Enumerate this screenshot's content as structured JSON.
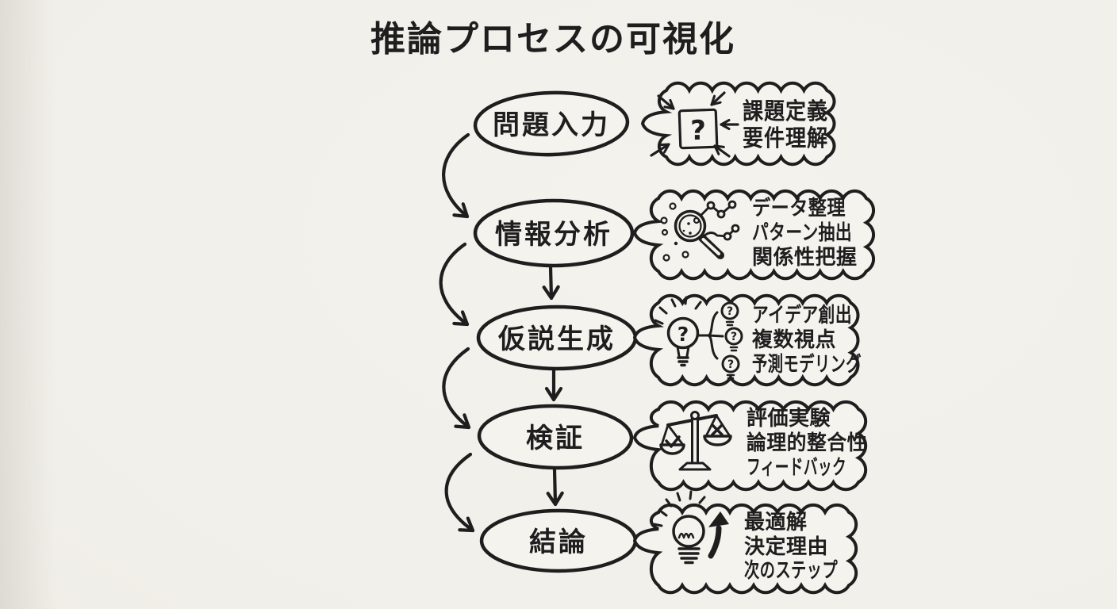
{
  "title": "推論プロセスの可視化",
  "colors": {
    "ink": "#1e1e1e",
    "paper": "#f1efe9",
    "surface": "#f5f3ee"
  },
  "glyphs": {
    "question": "?"
  },
  "flow": {
    "steps": [
      {
        "label": "問題入力",
        "icon": "question-target-icon",
        "notes": [
          "課題定義",
          "要件理解"
        ]
      },
      {
        "label": "情報分析",
        "icon": "magnifier-scatter-icon",
        "notes": [
          "データ整理",
          "パターン抽出",
          "関係性把握"
        ]
      },
      {
        "label": "仮説生成",
        "icon": "idea-bulbs-icon",
        "notes": [
          "アイデア創出",
          "複数視点",
          "予測モデリング"
        ]
      },
      {
        "label": "検証",
        "icon": "balance-scale-icon",
        "notes": [
          "評価実験",
          "論理的整合性",
          "フィードバック"
        ]
      },
      {
        "label": "結論",
        "icon": "bulb-up-arrow-icon",
        "notes": [
          "最適解",
          "決定理由",
          "次のステップ"
        ]
      }
    ]
  }
}
